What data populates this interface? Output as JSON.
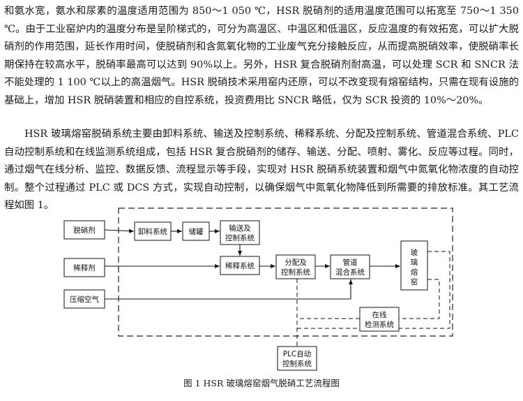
{
  "paragraphs": [
    "和氨水宽，氨水和尿素的温度适用范围为 850～1 050 ℃，HSR 脱硝剂的适用温度范围可以拓宽至 750～1 350 ℃。由于工业窑炉内的温度分布是呈阶梯式的，可分为高温区、中温区和低温区，反应温度的有效拓宽，可以扩大脱硝剂的作用范围，延长作用时间，使脱硝剂和含氮氧化物的工业废气充分接触反应，从而提高脱硝效率，使脱硝率长期保持在较高水平，脱硝率最高可以达到 90%以上。另外，HSR 复合脱硝剂耐高温，可以处理 SCR 和 SNCR 法不能处理的 1 100 ℃以上的高温烟气。HSR 脱硝技术采用窑内还原，可以不改变现有熔窑结构，只需在现有设施的基础上，增加 HSR 脱硝装置和相应的自控系统，投资费用比 SNCR 略低，仅为 SCR 投资的 10%～20%。",
    "HSR 玻璃熔窑脱硝系统主要由卸料系统、输送及控制系统、稀释系统、分配及控制系统、管道混合系统、PLC 自动控制系统和在线监测系统组成，包括 HSR 复合脱硝剂的储存、输送、分配、喷射、雾化、反应等过程。同时，通过烟气在线分析、监控、数据反馈、流程显示等手段，实现对 HSR 脱硝系统装置和烟气中氮氧化物浓度的自动控制。整个过程通过 PLC 或 DCS 方式，实现自动控制，以确保烟气中氮氧化物降低到所需要的排放标准。其工艺流程如图 1。"
  ],
  "figure": {
    "inputs": [
      "脱硝剂",
      "稀释剂",
      "压缩空气"
    ],
    "unloading": "卸料系统",
    "storage": "储罐",
    "conveying": [
      "输送及",
      "控制系统"
    ],
    "dilution": "稀释系统",
    "distribution": [
      "分配及",
      "控制系统"
    ],
    "mixing": [
      "管道",
      "混合系统"
    ],
    "furnace": [
      "玻",
      "璃",
      "熔",
      "窑"
    ],
    "monitoring": [
      "在线",
      "检测系统"
    ],
    "plc": [
      "PLC自动",
      "控制系统"
    ],
    "caption": "图 1   HSR 玻璃熔窑烟气脱硝工艺流程图"
  }
}
